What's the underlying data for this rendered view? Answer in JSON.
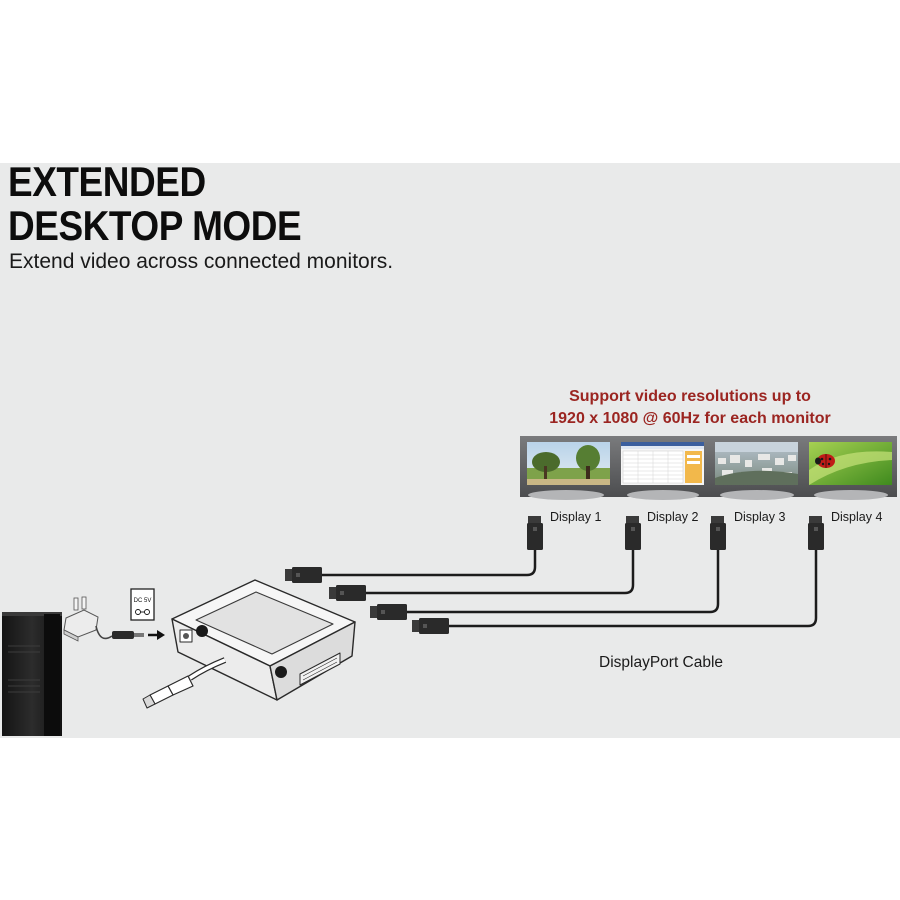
{
  "heading": {
    "line1": "EXTENDED",
    "line2": "DESKTOP MODE",
    "subtitle": "Extend video across connected monitors."
  },
  "callout": {
    "line1": "Support video resolutions up to",
    "line2": "1920 x 1080 @ 60Hz for each monitor"
  },
  "displays": [
    {
      "label": "Display 1",
      "screen": "landscape-park"
    },
    {
      "label": "Display 2",
      "screen": "spreadsheet"
    },
    {
      "label": "Display 3",
      "screen": "city-aerial"
    },
    {
      "label": "Display 4",
      "screen": "ladybug-leaf"
    }
  ],
  "cable_label": "DisplayPort Cable",
  "power_plug_marking": "DC 5V",
  "colors": {
    "background": "#e9eaea",
    "callout_text": "#9b2521",
    "cable": "#1c1c1c"
  }
}
